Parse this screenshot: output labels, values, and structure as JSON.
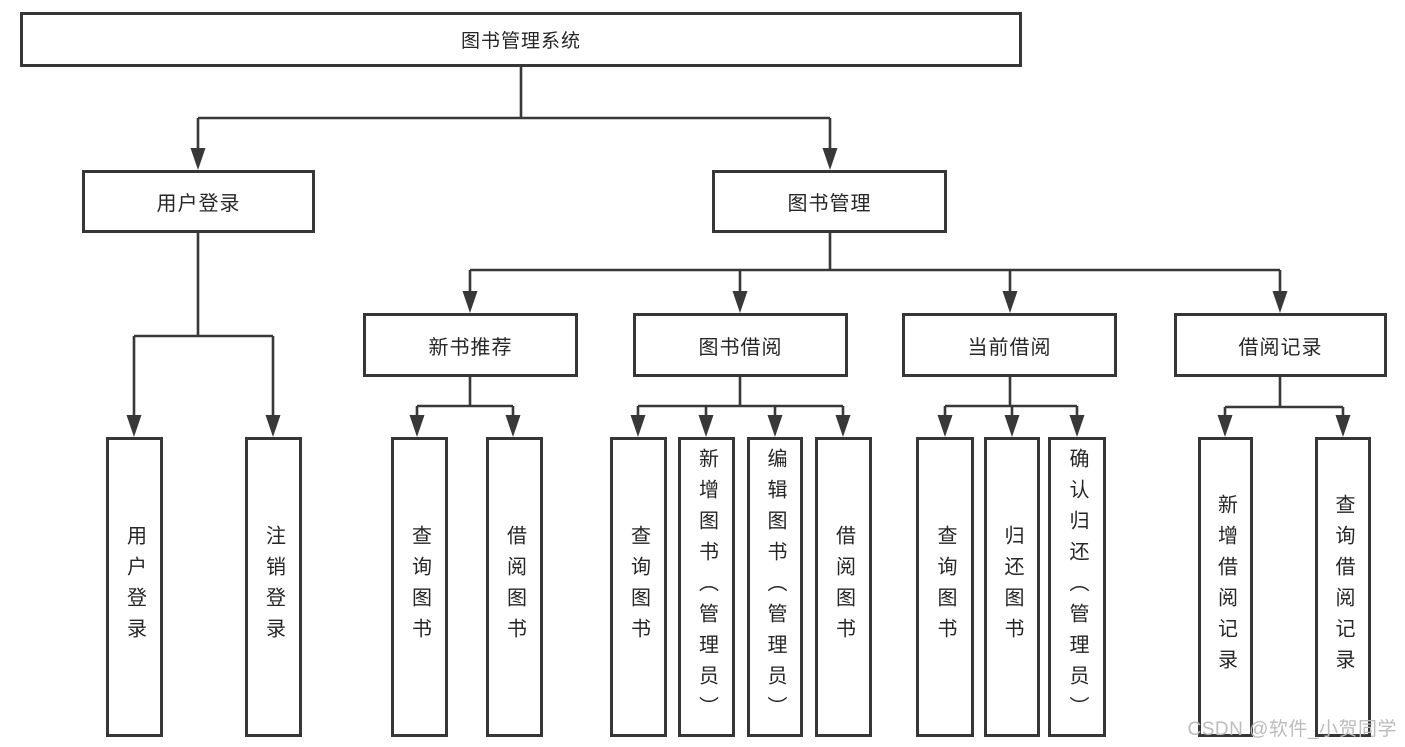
{
  "diagram": {
    "title_node": "图书管理系统",
    "level2": {
      "user_login": "用户登录",
      "book_mgmt": "图书管理"
    },
    "level3": {
      "new_books": "新书推荐",
      "book_borrow": "图书借阅",
      "current_borrow": "当前借阅",
      "borrow_records": "借阅记录"
    },
    "leaves": {
      "user_login_leaf": "用户登录",
      "logout_leaf": "注销登录",
      "nb_query_books": "查询图书",
      "nb_borrow_books": "借阅图书",
      "bb_query_books": "查询图书",
      "bb_add_books": "新增图书（管理员）",
      "bb_edit_books": "编辑图书（管理员）",
      "bb_borrow_books": "借阅图书",
      "cb_query_books": "查询图书",
      "cb_return_books": "归还图书",
      "cb_confirm_return": "确认归还（管理员）",
      "br_add_record": "新增借阅记录",
      "br_query_record": "查询借阅记录"
    }
  },
  "watermark": "CSDN @软件_小贺同学",
  "colors": {
    "line": "#383838",
    "box_border": "#363636",
    "text": "#262626",
    "watermark": "#bcbcbc",
    "background": "#ffffff"
  }
}
